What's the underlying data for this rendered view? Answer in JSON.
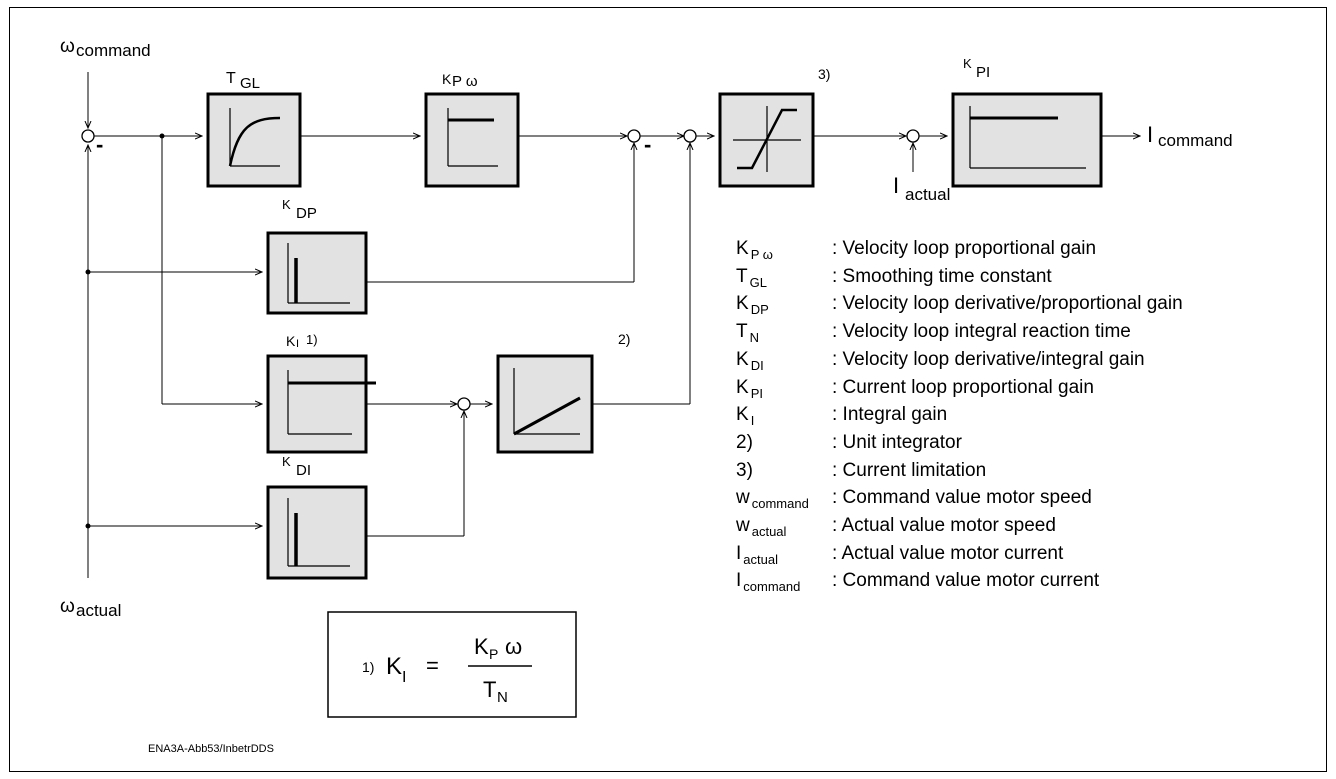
{
  "signals": {
    "omega_symbol": "ω",
    "command_label": "command",
    "actual_label": "actual",
    "i_symbol": "I",
    "i_command_label": "command",
    "i_actual_label": "actual",
    "minus": "-"
  },
  "blocks": {
    "tgl": {
      "symbol": "T",
      "sub": "GL"
    },
    "kp_omega": {
      "symbol": "K",
      "sub": "P ω"
    },
    "limiter_note": "3)",
    "kpi": {
      "symbol": "K",
      "sub": "PI"
    },
    "kdp": {
      "symbol": "K",
      "sub": "DP"
    },
    "ki": {
      "symbol": "K",
      "sub": "I",
      "note": "1)"
    },
    "integrator_note": "2)",
    "kdi": {
      "symbol": "K",
      "sub": "DI"
    }
  },
  "formula": {
    "note": "1)",
    "lhs_symbol": "K",
    "lhs_sub": "I",
    "equals": "=",
    "num_symbol": "K",
    "num_sub": "P",
    "num_tail": "ω",
    "den_symbol": "T",
    "den_sub": "N"
  },
  "legend": [
    {
      "sym": "K",
      "sub": "P ω",
      "desc": ":  Velocity loop  proportional gain"
    },
    {
      "sym": "T",
      "sub": "GL",
      "desc": ":  Smoothing time constant"
    },
    {
      "sym": "K",
      "sub": "DP",
      "desc": ":  Velocity loop derivative/proportional gain"
    },
    {
      "sym": "T",
      "sub": "N",
      "desc": ":  Velocity loop integral reaction time"
    },
    {
      "sym": "K",
      "sub": "DI",
      "desc": ":  Velocity loop derivative/integral gain"
    },
    {
      "sym": "K",
      "sub": "PI",
      "desc": ": Current loop proportional gain"
    },
    {
      "sym": "K",
      "sub": "I",
      "desc": ":  Integral gain"
    },
    {
      "sym": "2)",
      "sub": "",
      "desc": ":  Unit integrator"
    },
    {
      "sym": "3)",
      "sub": "",
      "desc": ":  Current limitation"
    },
    {
      "sym": "w",
      "sub": "command",
      "desc": ":  Command value motor speed"
    },
    {
      "sym": "w",
      "sub": "actual",
      "desc": ":  Actual value motor speed"
    },
    {
      "sym": "I",
      "sub": "actual",
      "desc": ":  Actual value motor current"
    },
    {
      "sym": "I",
      "sub": "command",
      "desc": ":  Command value motor current"
    }
  ],
  "figure_id": "ENA3A-Abb53/InbetrDDS"
}
